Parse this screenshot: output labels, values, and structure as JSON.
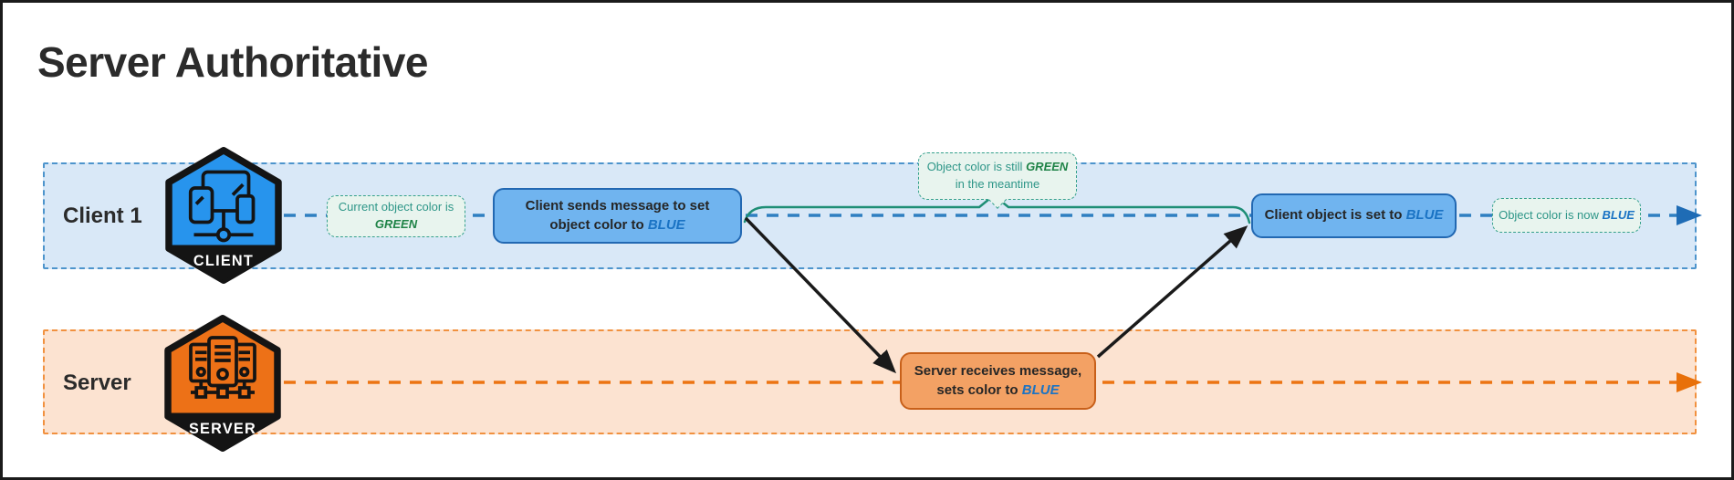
{
  "title": "Server Authoritative",
  "client": {
    "label": "Client 1",
    "badge": "CLIENT",
    "start_note": {
      "prefix": "Current object color is",
      "highlight": "GREEN"
    },
    "send_box": {
      "prefix": "Client sends message to set object color to",
      "highlight": "BLUE"
    },
    "meantime_note": {
      "prefix": "Object color is still",
      "highlight": "GREEN",
      "suffix": "in the meantime"
    },
    "set_box": {
      "prefix": "Client object is set to",
      "highlight": "BLUE"
    },
    "end_note": {
      "prefix": "Object color is now",
      "highlight": "BLUE"
    }
  },
  "server": {
    "label": "Server",
    "badge": "SERVER",
    "receive_box": {
      "line1": "Server receives message,",
      "line2_prefix": "sets color to",
      "highlight": "BLUE"
    }
  },
  "colors": {
    "client_lane_fill": "#d9e8f7",
    "client_accent": "#2f7fc1",
    "server_lane_fill": "#fce3d1",
    "server_accent": "#ec7412",
    "note_teal": "#2e9688",
    "highlight_blue": "#1a73c4",
    "highlight_green": "#1f8347",
    "bracket_teal": "#1e8e76",
    "arrow_black": "#1a1a1a",
    "hex_client_fill": "#2794ed",
    "hex_server_fill": "#ed7117"
  }
}
